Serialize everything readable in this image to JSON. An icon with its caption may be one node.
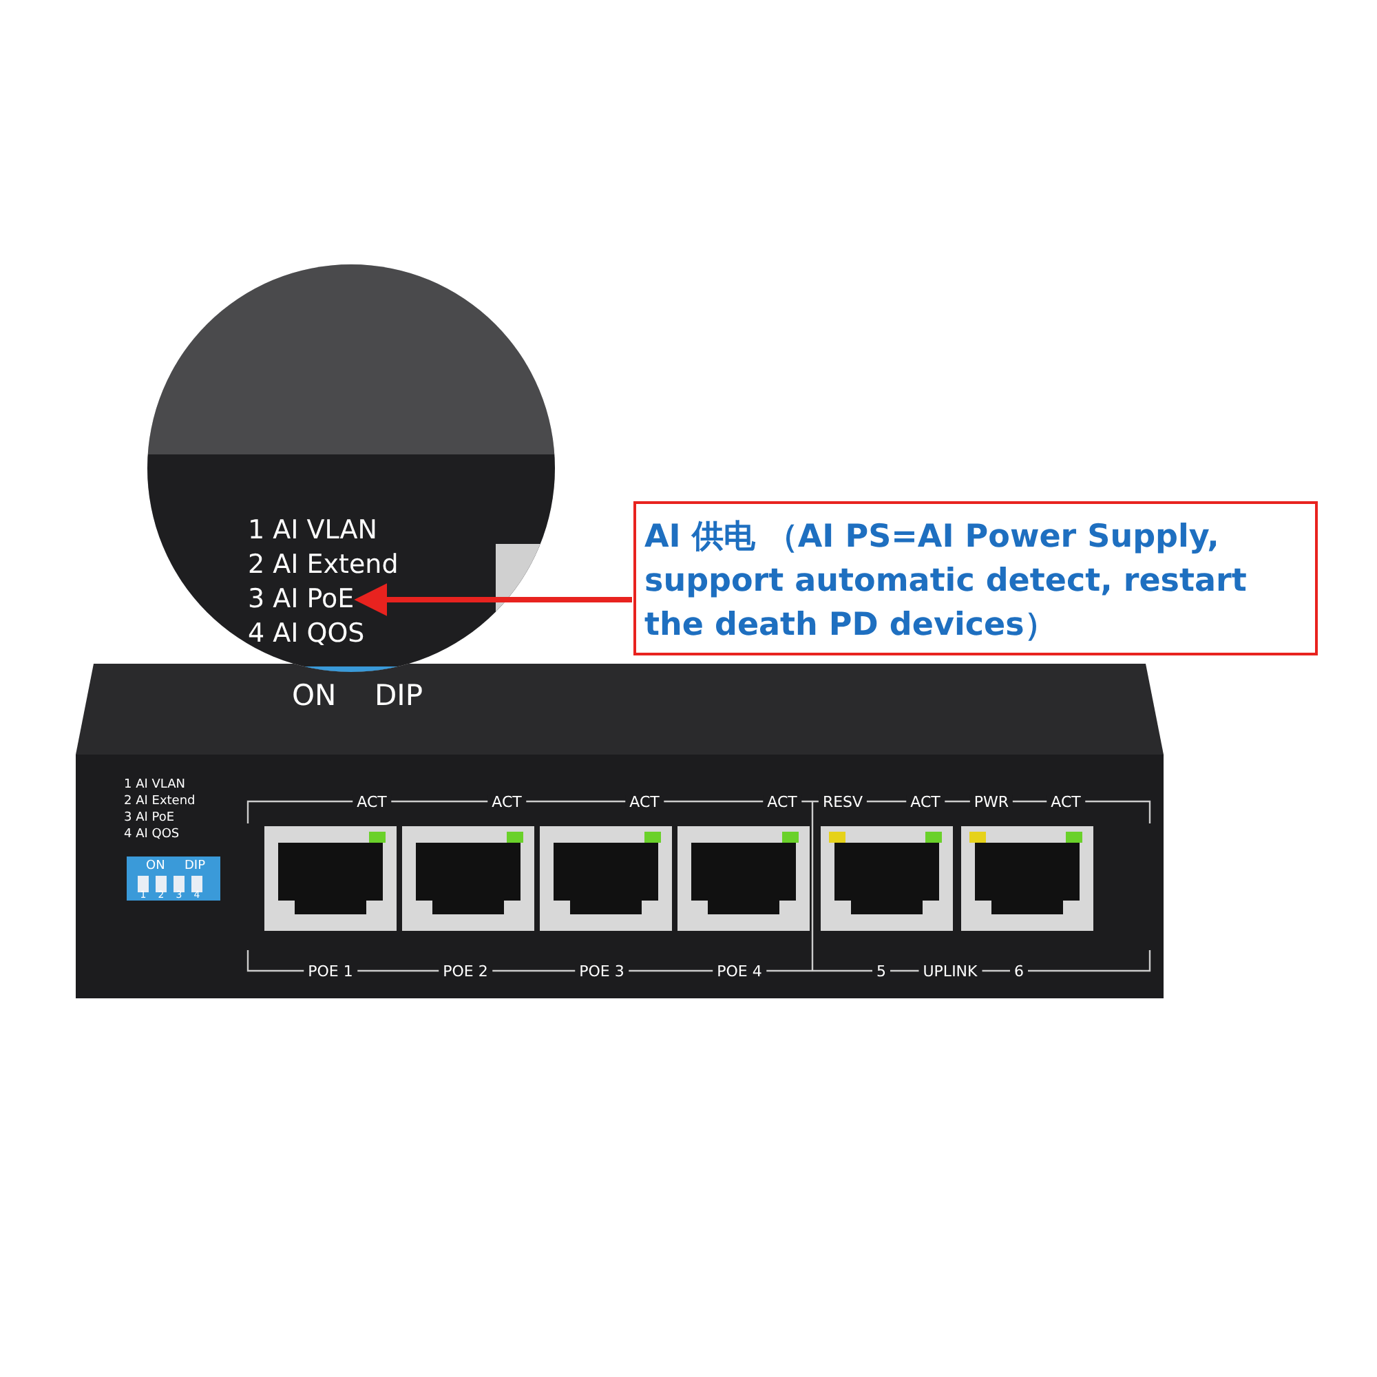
{
  "diagram": {
    "nodes": [
      {
        "text": [
          "AI 供电 （AI PS=AI Power Supply, support automatic detect, restart the death PD devices）"
        ]
      },
      {
        "text": [
          "3 AI PoE"
        ]
      }
    ],
    "edges": [
      {
        "from": 0,
        "to": 1,
        "arrow": "to",
        "color": "#e8231f"
      }
    ],
    "labels": [
      "1 AI VLAN",
      "2 AI Extend",
      "4 AI QOS",
      "ON",
      "DIP",
      "1 AI VLAN",
      "2 AI Extend",
      "3 AI PoE",
      "4 AI QOS",
      "ON",
      "DIP",
      "1",
      "2",
      "3",
      "4",
      "ACT",
      "ACT",
      "ACT",
      "ACT",
      "RESV",
      "ACT",
      "PWR",
      "ACT",
      "POE 1",
      "POE 2",
      "POE 3",
      "POE 4",
      "5",
      "UPLINK",
      "6"
    ]
  }
}
